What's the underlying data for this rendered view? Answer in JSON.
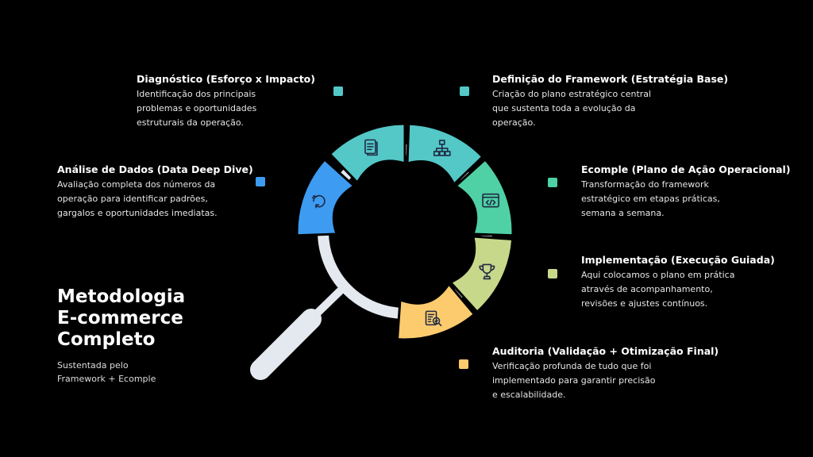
{
  "main": {
    "title": "Metodologia\nE-commerce\nCompleto",
    "subtitle": "Sustentada pelo\nFramework + Ecomple"
  },
  "steps": [
    {
      "title": "Diagnóstico (Esforço x Impacto)",
      "desc": "Identificação dos principais\nproblemas e oportunidades\nestruturais da operação.",
      "color": "#54C7C7",
      "icon": "document-icon"
    },
    {
      "title": "Definição do Framework (Estratégia Base)",
      "desc": "Criação do plano estratégico central\nque sustenta toda a evolução da\noperação.",
      "color": "#54C7C7",
      "icon": "hierarchy-icon"
    },
    {
      "title": "Análise de Dados (Data Deep Dive)",
      "desc": "Avaliação completa dos números da\noperação para identificar padrões,\ngargalos e oportunidades imediatas.",
      "color": "#3D9BF2",
      "icon": "refresh-icon"
    },
    {
      "title": "Ecomple (Plano de Ação Operacional)",
      "desc": "Transformação do framework\nestratégico em etapas práticas,\nsemana a semana.",
      "color": "#4FD1A5",
      "icon": "code-window-icon"
    },
    {
      "title": "Implementação (Execução Guiada)",
      "desc": "Aqui colocamos o plano em prática\natravés de acompanhamento,\nrevisões e ajustes contínuos.",
      "color": "#C8D88A",
      "icon": "trophy-icon"
    },
    {
      "title": "Auditoria (Validação + Otimização Final)",
      "desc": "Verificação profunda de tudo que foi\nimplementado para garantir precisão\ne escalabilidade.",
      "color": "#FCCB6E",
      "icon": "audit-report-icon"
    }
  ],
  "colors": {
    "magnifier": "#E3E9EF",
    "background": "#000000"
  }
}
